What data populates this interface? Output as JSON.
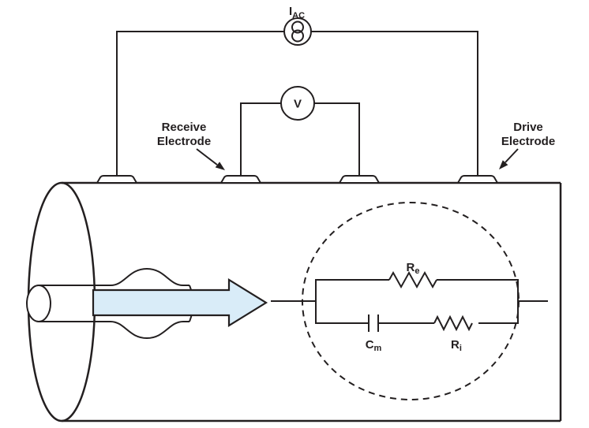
{
  "diagram": {
    "current_source_label": {
      "main": "I",
      "sub": "AC"
    },
    "voltmeter_label": "V",
    "receive_electrode_label": {
      "line1": "Receive",
      "line2": "Electrode"
    },
    "drive_electrode_label": {
      "line1": "Drive",
      "line2": "Electrode"
    },
    "circuit": {
      "extracellular_resistor": {
        "main": "R",
        "sub": "e"
      },
      "membrane_capacitor": {
        "main": "C",
        "sub": "m"
      },
      "intracellular_resistor": {
        "main": "R",
        "sub": "i"
      }
    }
  },
  "colors": {
    "line": "#231f20",
    "flow_arrow_fill": "#d9ecf8",
    "background": "#ffffff"
  }
}
